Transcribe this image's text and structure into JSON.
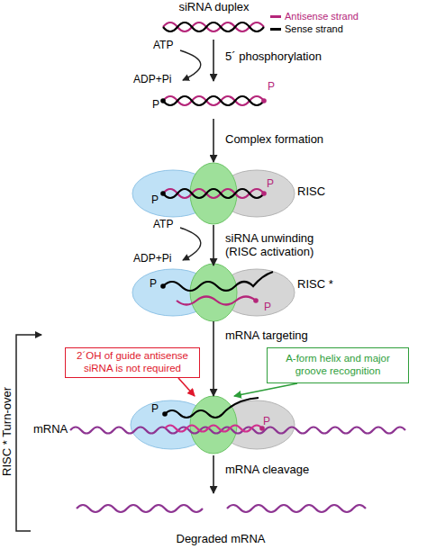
{
  "diagram": {
    "nodes": [
      {
        "text": [
          "siRNA duplex"
        ]
      },
      {
        "text": [
          "P",
          "P"
        ]
      },
      {
        "text": [
          "RISC",
          "P",
          "P"
        ]
      },
      {
        "text": [
          "RISC *",
          "P",
          "P"
        ]
      },
      {
        "text": [
          "2´OH of guide antisense siRNA is not required"
        ]
      },
      {
        "text": [
          "A-form helix and major groove recognition"
        ]
      },
      {
        "text": [
          "mRNA",
          "P",
          "P"
        ]
      },
      {
        "text": [
          "Degraded mRNA"
        ]
      }
    ],
    "edges": [
      {
        "from": 0,
        "to": 1,
        "arrow": "to",
        "label": "5´ phosphorylation"
      },
      {
        "from": 1,
        "to": 2,
        "arrow": "to",
        "label": "Complex formation"
      },
      {
        "from": 2,
        "to": 3,
        "arrow": "to",
        "label": "siRNA unwinding (RISC activation)"
      },
      {
        "from": 3,
        "to": 6,
        "arrow": "to",
        "label": "mRNA targeting"
      },
      {
        "from": 4,
        "to": 6,
        "arrow": "to"
      },
      {
        "from": 5,
        "to": 6,
        "arrow": "to"
      },
      {
        "from": 6,
        "to": 7,
        "arrow": "to",
        "label": "mRNA cleavage"
      }
    ],
    "labels": [
      "ATP",
      "ADP+Pi",
      "ATP",
      "ADP+Pi",
      "RISC * Turn-over"
    ],
    "legend": [
      {
        "text": "Antisense strand",
        "color": "#b5267a"
      },
      {
        "text": "Sense strand",
        "color": "#000000"
      }
    ]
  }
}
